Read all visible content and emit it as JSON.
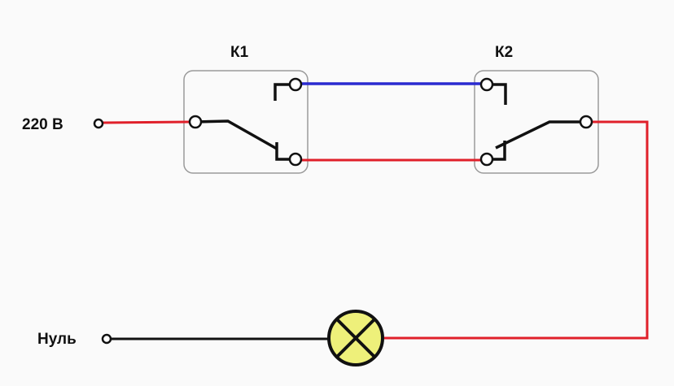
{
  "labels": {
    "switch1": "К1",
    "switch2": "К2",
    "phase": "220 В",
    "neutral": "Нуль"
  },
  "colors": {
    "phase_wire": "#e0202a",
    "traveler_wire": "#2a2ad0",
    "neutral_wire": "#111111",
    "lamp_fill": "#eef07a",
    "box_stroke": "#999999"
  }
}
